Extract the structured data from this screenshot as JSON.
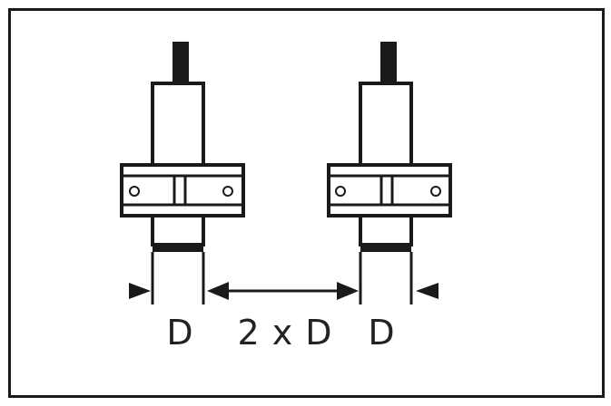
{
  "diagram": {
    "labels": {
      "left_width": "D",
      "spacing": "2 x D",
      "right_width": "D"
    },
    "colors": {
      "stroke": "#1a1a1a",
      "background": "#ffffff"
    },
    "components": [
      "sensor-left",
      "sensor-right"
    ]
  }
}
